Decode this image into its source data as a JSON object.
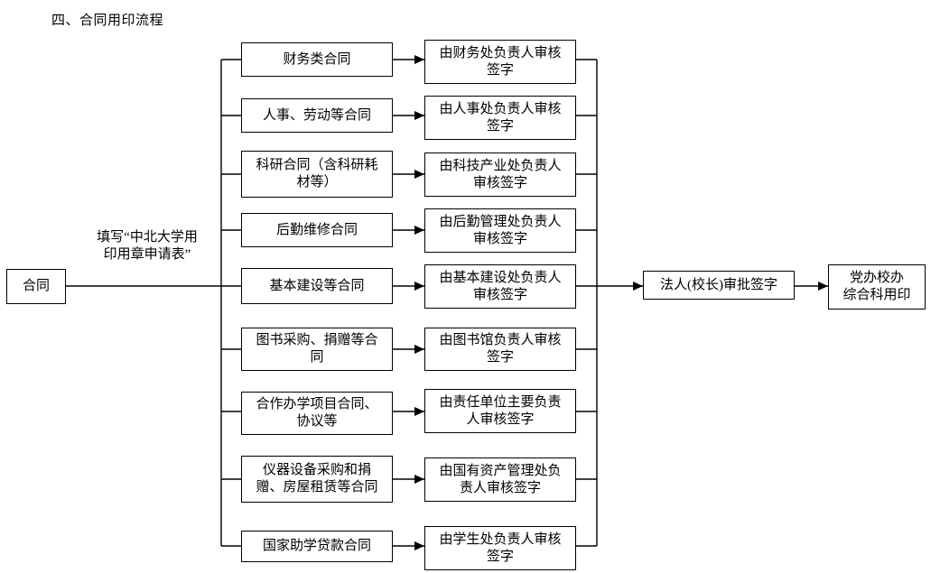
{
  "title": "四、合同用印流程",
  "colors": {
    "line": "#000000",
    "background": "#ffffff",
    "text": "#000000"
  },
  "flow": {
    "start_label": "合同",
    "annotation": "填写“中北大学用\n印用章申请表”",
    "rows": [
      {
        "contract_type": "财务类合同",
        "review": "由财务处负责人审核\n签字"
      },
      {
        "contract_type": "人事、劳动等合同",
        "review": "由人事处负责人审核\n签字"
      },
      {
        "contract_type": "科研合同（含科研耗\n材等）",
        "review": "由科技产业处负责人\n审核签字"
      },
      {
        "contract_type": "后勤维修合同",
        "review": "由后勤管理处负责人\n审核签字"
      },
      {
        "contract_type": "基本建设等合同",
        "review": "由基本建设处负责人\n审核签字"
      },
      {
        "contract_type": "图书采购、捐赠等合\n同",
        "review": "由图书馆负责人审核\n签字"
      },
      {
        "contract_type": "合作办学项目合同、\n协议等",
        "review": "由责任单位主要负责\n人审核签字"
      },
      {
        "contract_type": "仪器设备采购和捐\n赠、房屋租赁等合同",
        "review": "由国有资产管理处负\n责人审核签字"
      },
      {
        "contract_type": "国家助学贷款合同",
        "review": "由学生处负责人审核\n签字"
      }
    ],
    "approval_label": "法人(校长)审批签字",
    "seal_label": "党办校办\n综合科用印"
  }
}
